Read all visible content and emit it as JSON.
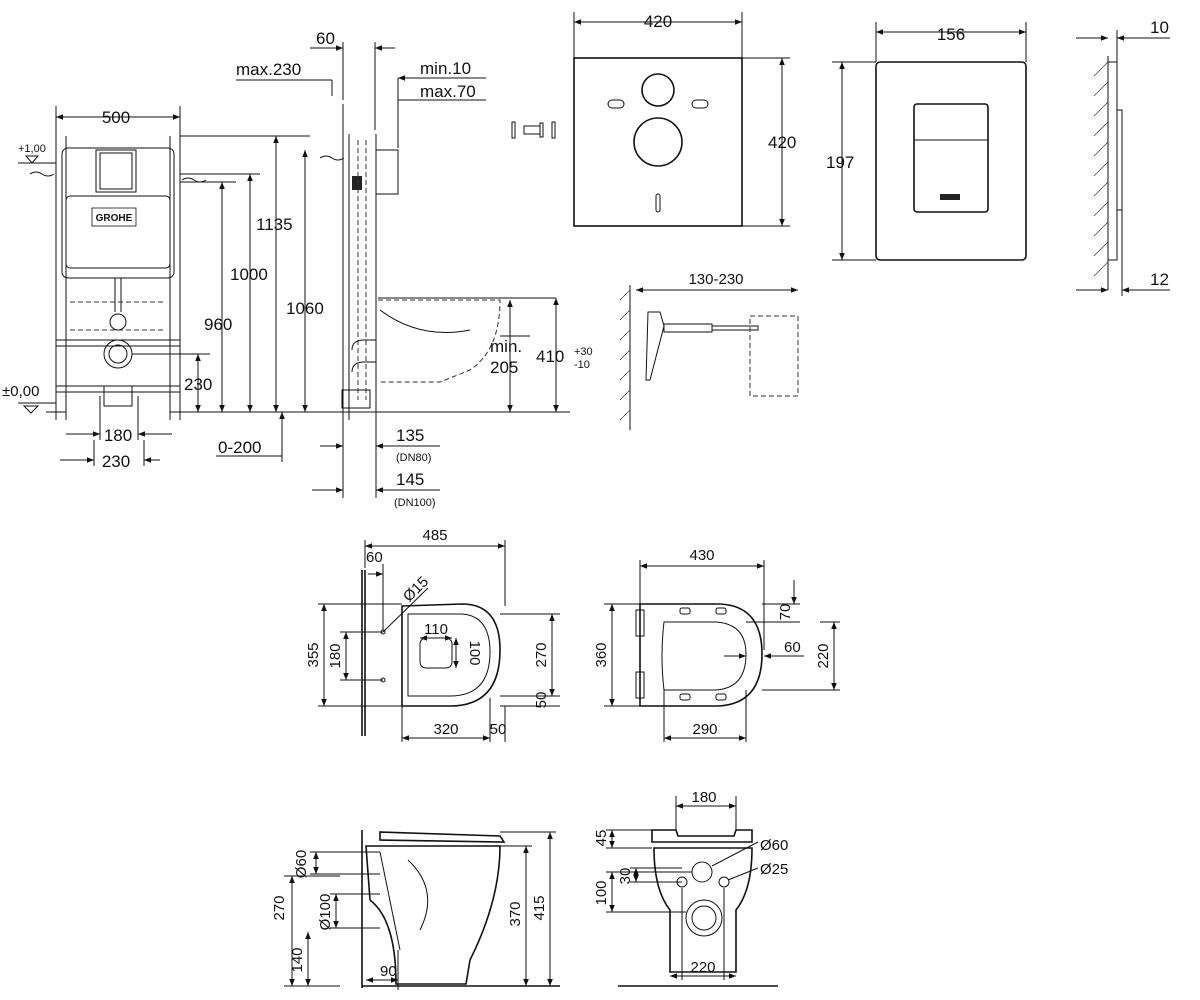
{
  "brand": {
    "logo_text": "GROHE"
  },
  "frame_front": {
    "width": "500",
    "level_top": "+1,00",
    "level_floor": "±0,00",
    "d1135": "1135",
    "d1000": "1000",
    "d960": "960",
    "d1060": "1060",
    "d230": "230",
    "d180": "180",
    "d230b": "230",
    "d0_200": "0-200"
  },
  "frame_side": {
    "d60": "60",
    "max230": "max.230",
    "min10": "min.10",
    "max70": "max.70",
    "min205_a": "min.",
    "min205_b": "205",
    "d410": "410",
    "d410_plus": "+30",
    "d410_minus": "-10",
    "d135": "135",
    "dn80": "(DN80)",
    "d145": "145",
    "dn100": "(DN100)"
  },
  "insulation_pad": {
    "width": "420",
    "height": "420"
  },
  "anchor": {
    "range": "130-230"
  },
  "plate": {
    "width": "156",
    "height": "197"
  },
  "plate_side": {
    "top": "10",
    "bottom": "12"
  },
  "bowl_top": {
    "d485": "485",
    "d60": "60",
    "d15": "Ø15",
    "d110": "110",
    "d100": "100",
    "d355": "355",
    "d180": "180",
    "d270": "270",
    "d50v": "50",
    "d320": "320",
    "d50h": "50"
  },
  "seat_top": {
    "d430": "430",
    "d70": "70",
    "d60": "60",
    "d360": "360",
    "d220": "220",
    "d290": "290"
  },
  "bowl_side": {
    "d60": "Ø60",
    "d270": "270",
    "d100": "Ø100",
    "d140": "140",
    "d370": "370",
    "d415": "415",
    "d90": "90"
  },
  "bowl_rear": {
    "d180": "180",
    "d45": "45",
    "d30": "30",
    "d100": "100",
    "d60": "Ø60",
    "d25": "Ø25",
    "d220": "220"
  }
}
